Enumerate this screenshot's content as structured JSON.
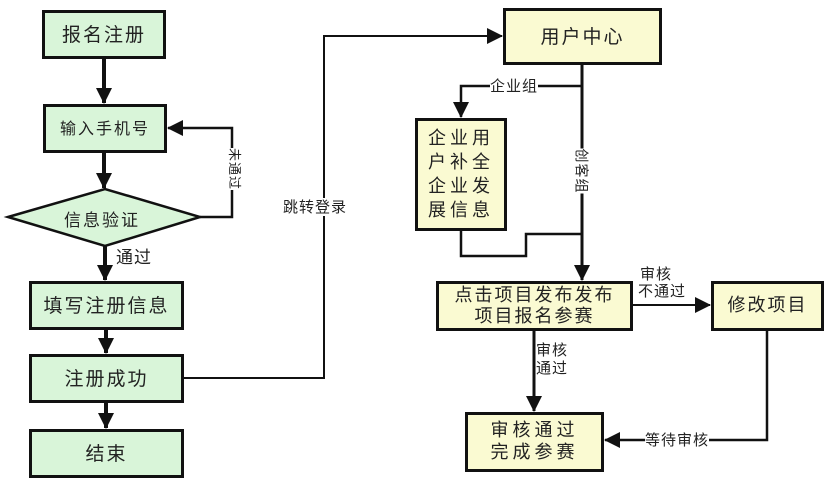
{
  "nodes": {
    "register": "报名注册",
    "phone": "输入手机号",
    "verify": "信息验证",
    "fill_info": "填写注册信息",
    "success": "注册成功",
    "end": "结束",
    "user_center": "用户中心",
    "enterprise_info": "企业用户补全企业发展信息",
    "publish": "点击项目发布发布项目报名参赛",
    "modify": "修改项目",
    "complete": "审核通过完成参赛"
  },
  "edges": {
    "not_passed": "未通过",
    "passed": "通过",
    "jump_login": "跳转登录",
    "enterprise_group": "企业组",
    "maker_group": "创客组",
    "review_fail_1": "审核",
    "review_fail_2": "不通过",
    "review_pass_1": "审核",
    "review_pass_2": "通过",
    "wait_review": "等待审核"
  },
  "colors": {
    "green": "#d9f5d9",
    "yellow": "#fafad2",
    "line": "#111111"
  }
}
